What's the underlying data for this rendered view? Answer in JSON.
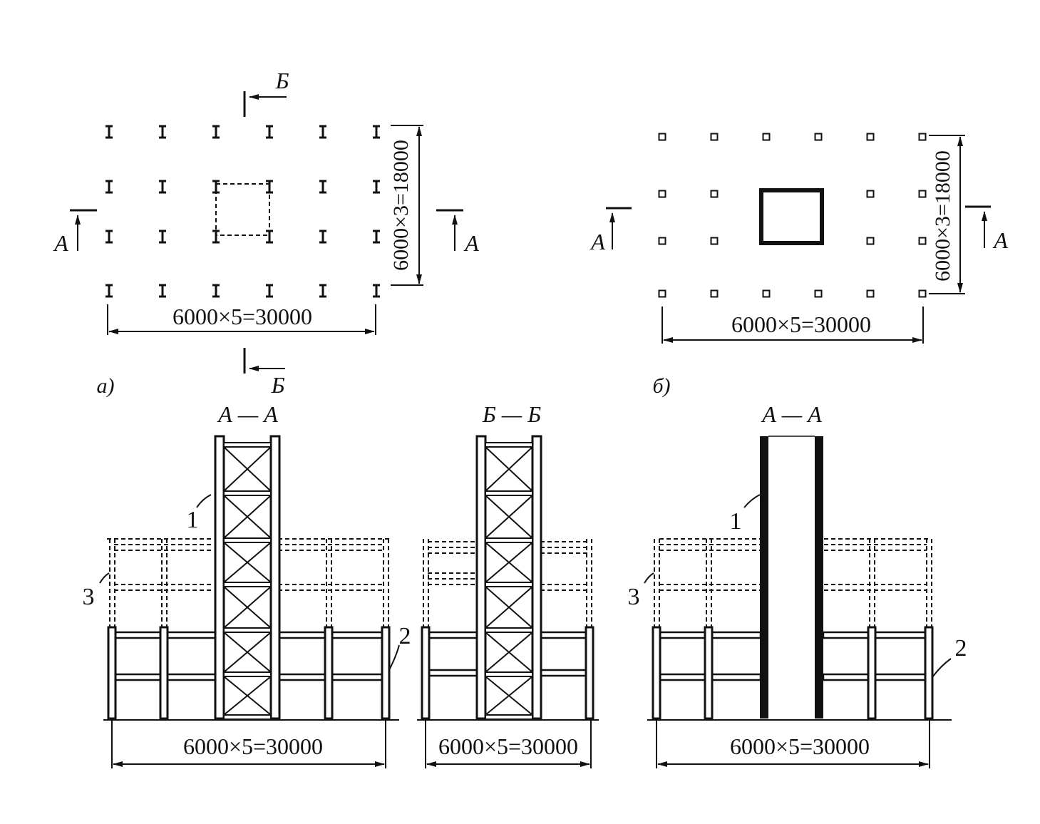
{
  "plan_a": {
    "width_dim": "6000×5=30000",
    "height_dim": "6000×3=18000",
    "section_a": "А",
    "section_b": "Б",
    "caption": "а)"
  },
  "plan_b": {
    "width_dim": "6000×5=30000",
    "height_dim": "6000×3=18000",
    "section_a": "А",
    "caption": "б)"
  },
  "section_aa_a": {
    "title": "А — А",
    "dim": "6000×5=30000",
    "marker_1": "1",
    "marker_2": "2",
    "marker_3": "3"
  },
  "section_bb": {
    "title": "Б — Б",
    "dim": "6000×5=30000"
  },
  "section_aa_b": {
    "title": "А — А",
    "dim": "6000×5=30000",
    "marker_1": "1",
    "marker_2": "2",
    "marker_3": "3"
  }
}
